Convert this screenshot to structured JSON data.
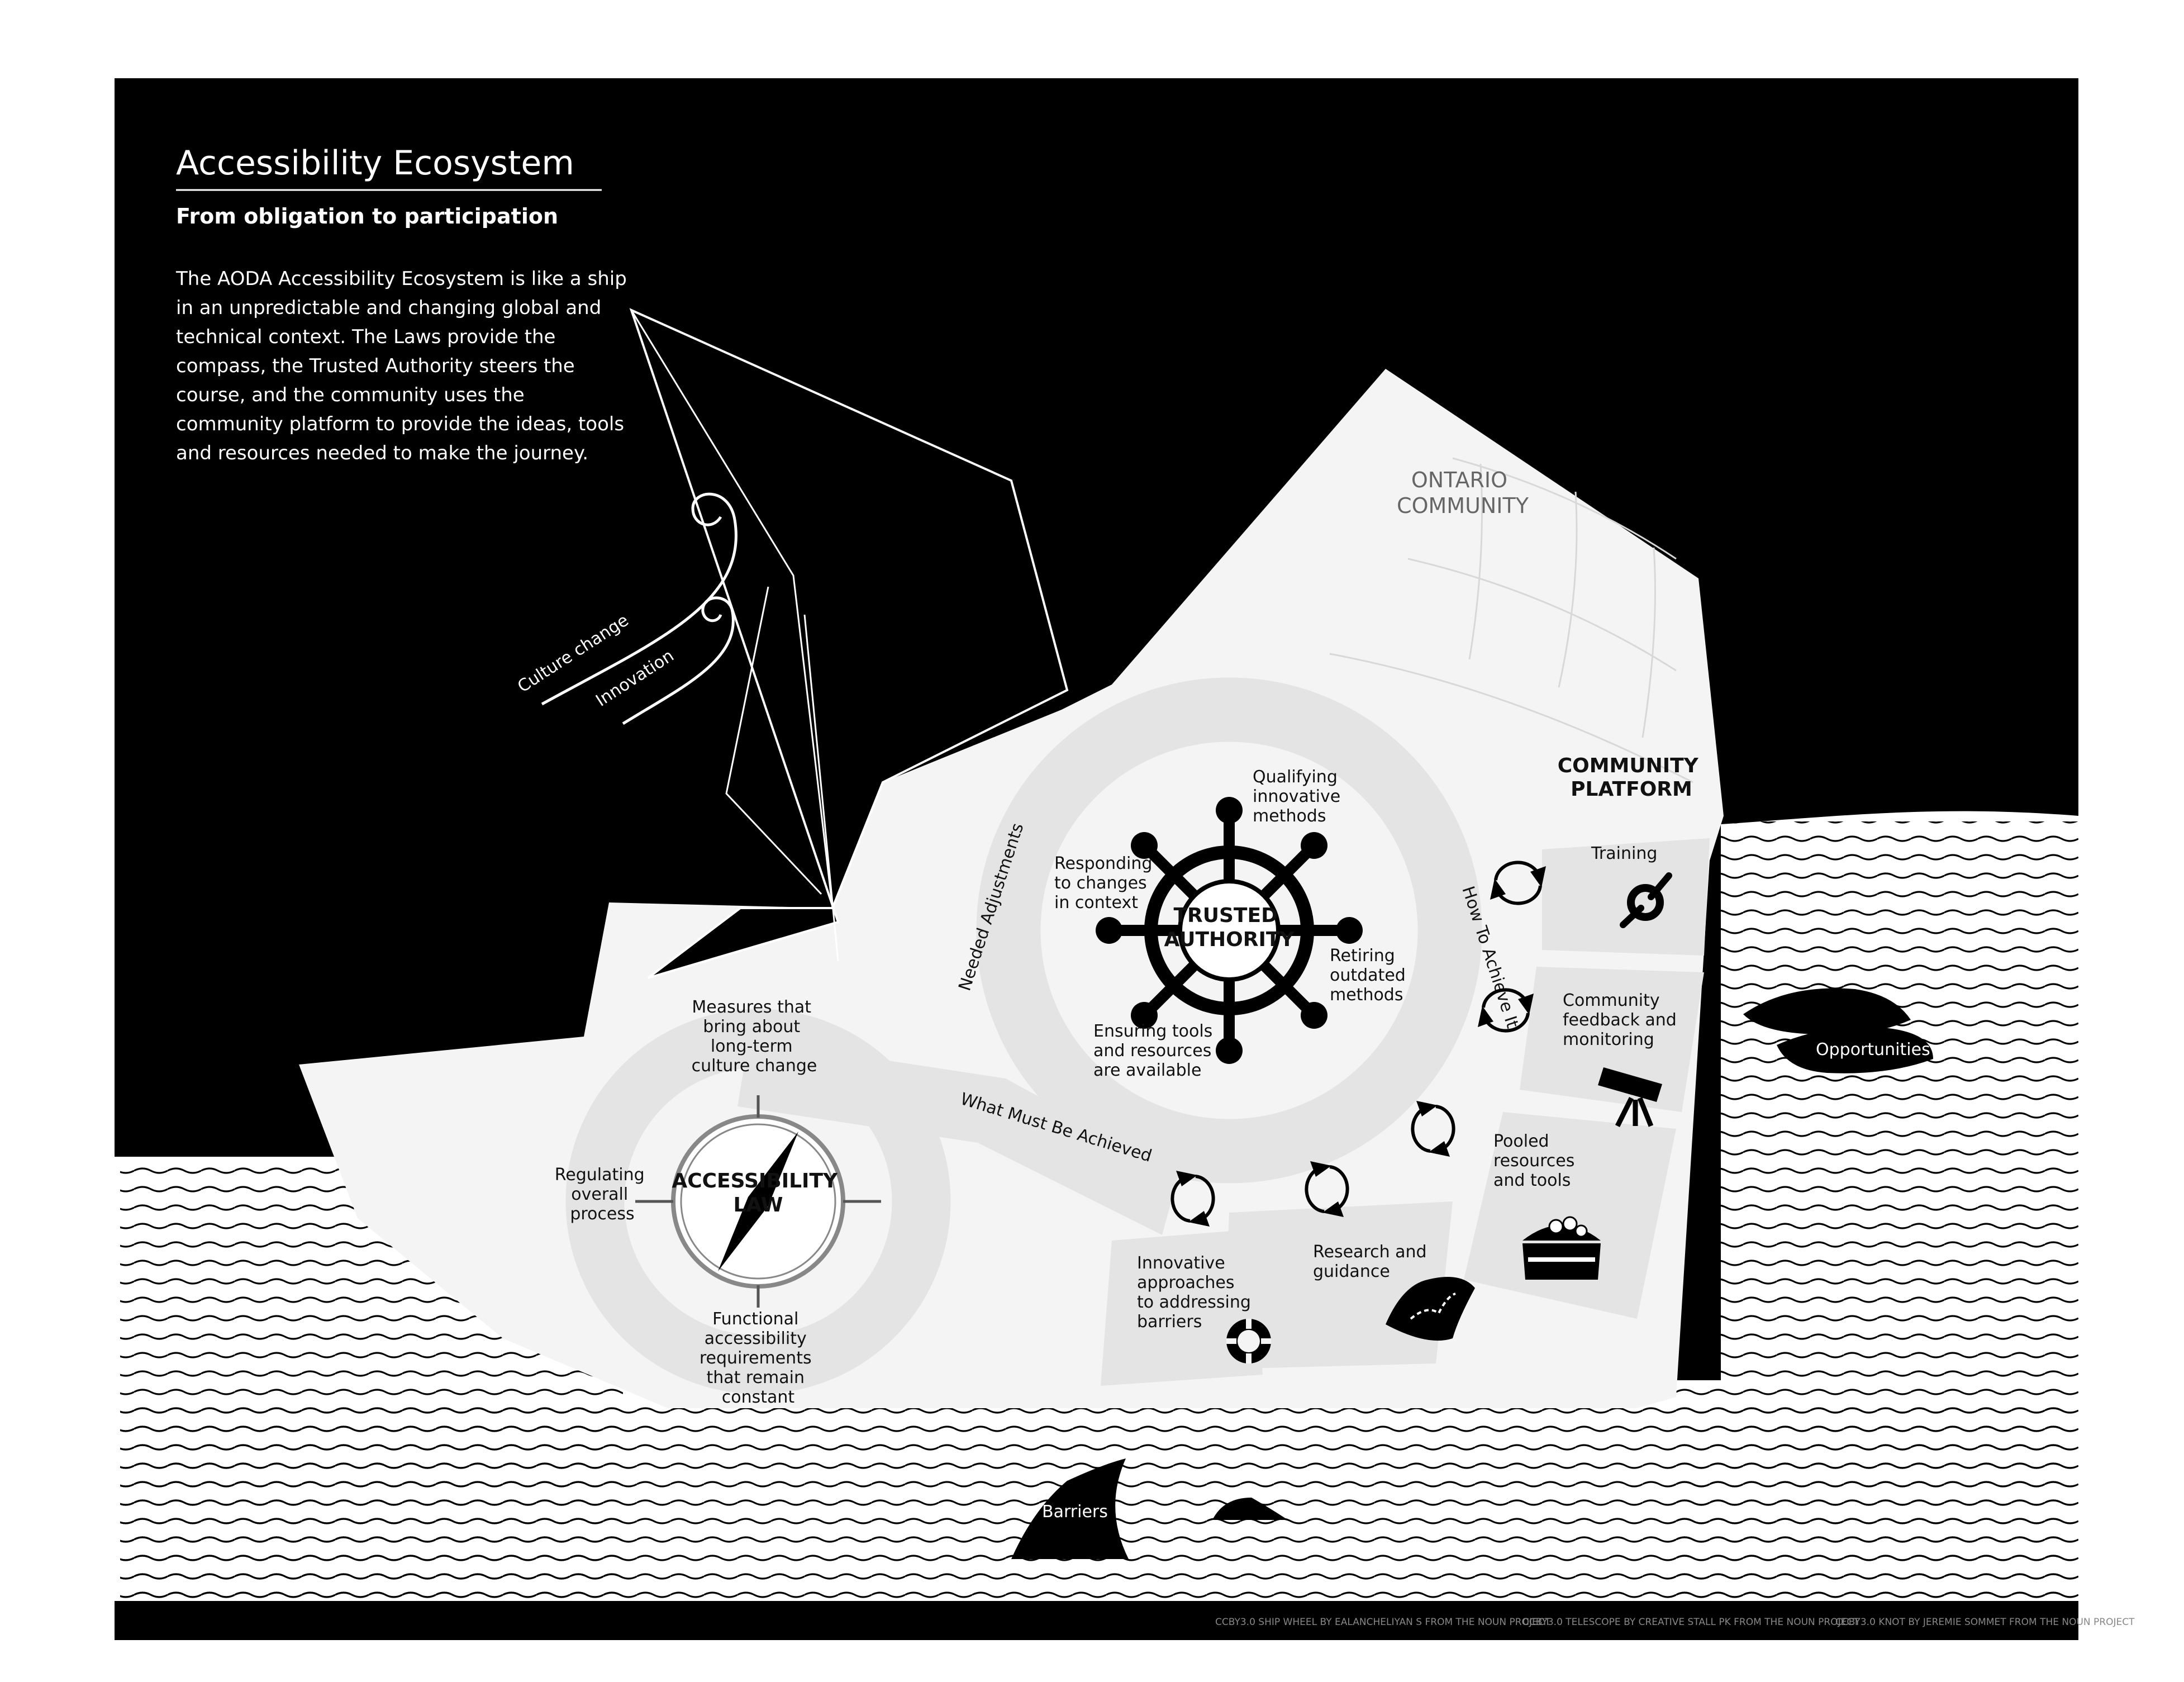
{
  "header": {
    "title": "Accessibility Ecosystem",
    "subtitle": "From obligation to participation",
    "intro_lines": [
      "The AODA Accessibility Ecosystem is like a ship",
      "in an unpredictable and changing global and",
      "technical context. The Laws provide the",
      "compass, the Trusted Authority steers the",
      "course, and the community uses the",
      "community platform to provide the ideas, tools",
      "and resources needed to make the journey."
    ]
  },
  "winds": {
    "culture_change": "Culture change",
    "innovation": "Innovation"
  },
  "community": {
    "title_lines": [
      "ONTARIO",
      "COMMUNITY"
    ]
  },
  "trusted_authority": {
    "title_lines": [
      "TRUSTED",
      "AUTHORITY"
    ],
    "qualifying": [
      "Qualifying",
      "innovative",
      "methods"
    ],
    "responding": [
      "Responding",
      "to changes",
      "in context"
    ],
    "retiring": [
      "Retiring",
      "outdated",
      "methods"
    ],
    "ensuring": [
      "Ensuring tools",
      "and resources",
      "are available"
    ]
  },
  "accessibility_law": {
    "title_lines": [
      "ACCESSIBILITY",
      "LAW"
    ],
    "measures": [
      "Measures that",
      "bring about",
      "long-term",
      "culture change"
    ],
    "regulating": [
      "Regulating",
      "overall",
      "process"
    ],
    "functional": [
      "Functional",
      "accessibility",
      "requirements",
      "that remain",
      "constant"
    ]
  },
  "loop": {
    "needed_adjustments": "Needed Adjustments",
    "what_must_be_achieved": "What Must Be Achieved",
    "how_to_achieve_it": "How To Achieve It"
  },
  "platform": {
    "title_lines": [
      "COMMUNITY",
      "PLATFORM"
    ],
    "training": "Training",
    "feedback": [
      "Community",
      "feedback and",
      "monitoring"
    ],
    "pooled": [
      "Pooled",
      "resources",
      "and tools"
    ],
    "research": [
      "Research and",
      "guidance"
    ],
    "innovative": [
      "Innovative",
      "approaches",
      "to addressing",
      "barriers"
    ]
  },
  "sea": {
    "opportunities": "Opportunities",
    "barriers": "Barriers"
  },
  "footer": {
    "credits": [
      "CCBY3.0  SHIP WHEEL BY EALANCHELIYAN S FROM THE NOUN PROJECT",
      "CCBY3.0  TELESCOPE BY CREATIVE STALL PK FROM THE NOUN PROJECT",
      "CCBY3.0 KNOT BY JEREMIE SOMMET FROM THE NOUN PROJECT"
    ]
  },
  "colors": {
    "ink": "#000000",
    "paper": "#ffffff",
    "ship": "#f4f4f4",
    "band": "#e4e4e4"
  }
}
